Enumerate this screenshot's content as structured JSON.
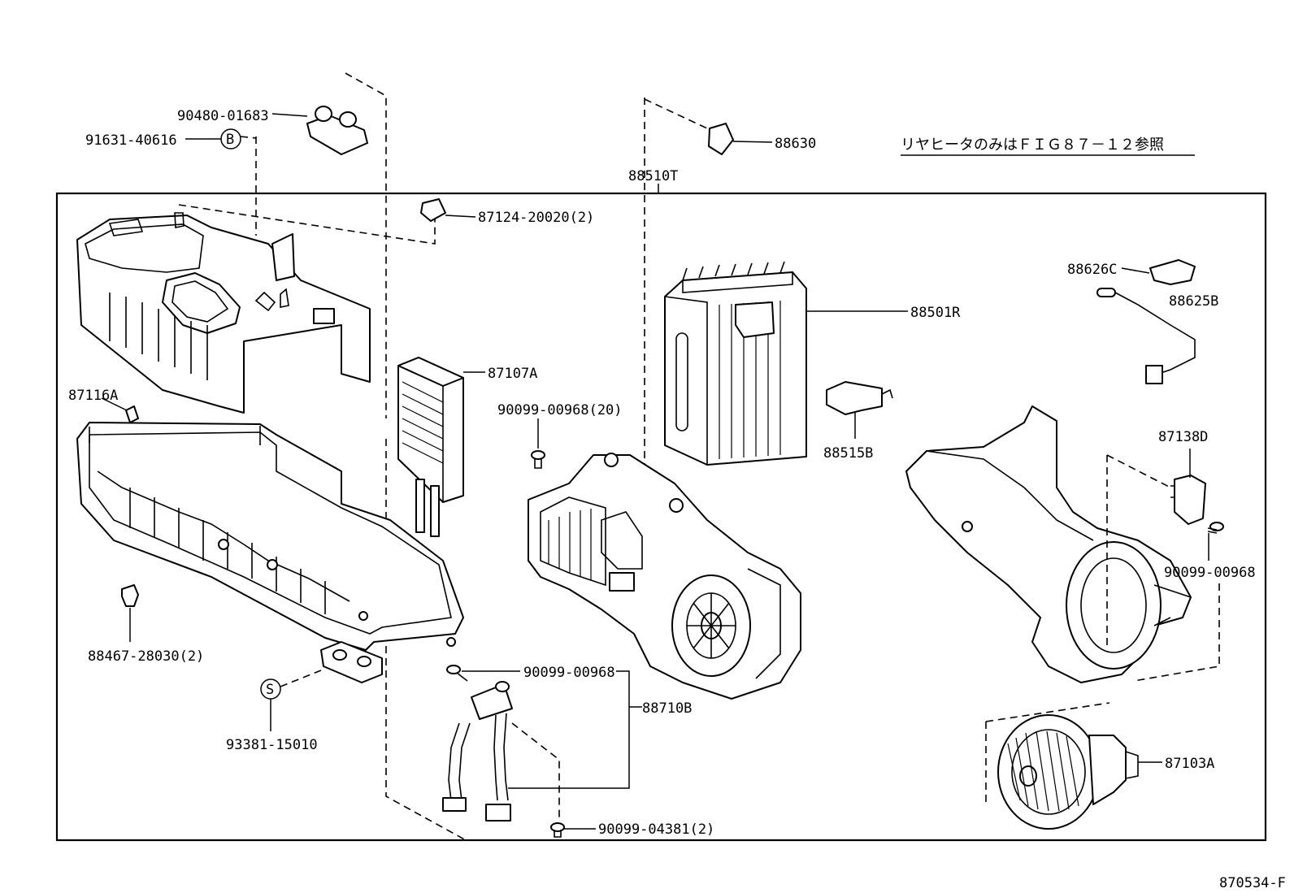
{
  "diagram": {
    "assembly_label": "88510T",
    "note_text": "リヤヒータのみはＦＩＧ８７－１２参照",
    "figure_code": "870534-F",
    "symbols": {
      "b": "B",
      "s": "S"
    },
    "labels": {
      "p90480": "90480-01683",
      "p91631": "91631-40616",
      "p88630": "88630",
      "p87124": "87124-20020(2)",
      "p88626c": "88626C",
      "p88625b": "88625B",
      "p88501r": "88501R",
      "p87107a": "87107A",
      "p87116a": "87116A",
      "p90099_20": "90099-00968(20)",
      "p88515b": "88515B",
      "p87138d": "87138D",
      "p90099_r": "90099-00968",
      "p88467": "88467-28030(2)",
      "p90099_m": "90099-00968",
      "p88710b": "88710B",
      "p93381": "93381-15010",
      "p87103a": "87103A",
      "p90099_04381": "90099-04381(2)"
    }
  }
}
